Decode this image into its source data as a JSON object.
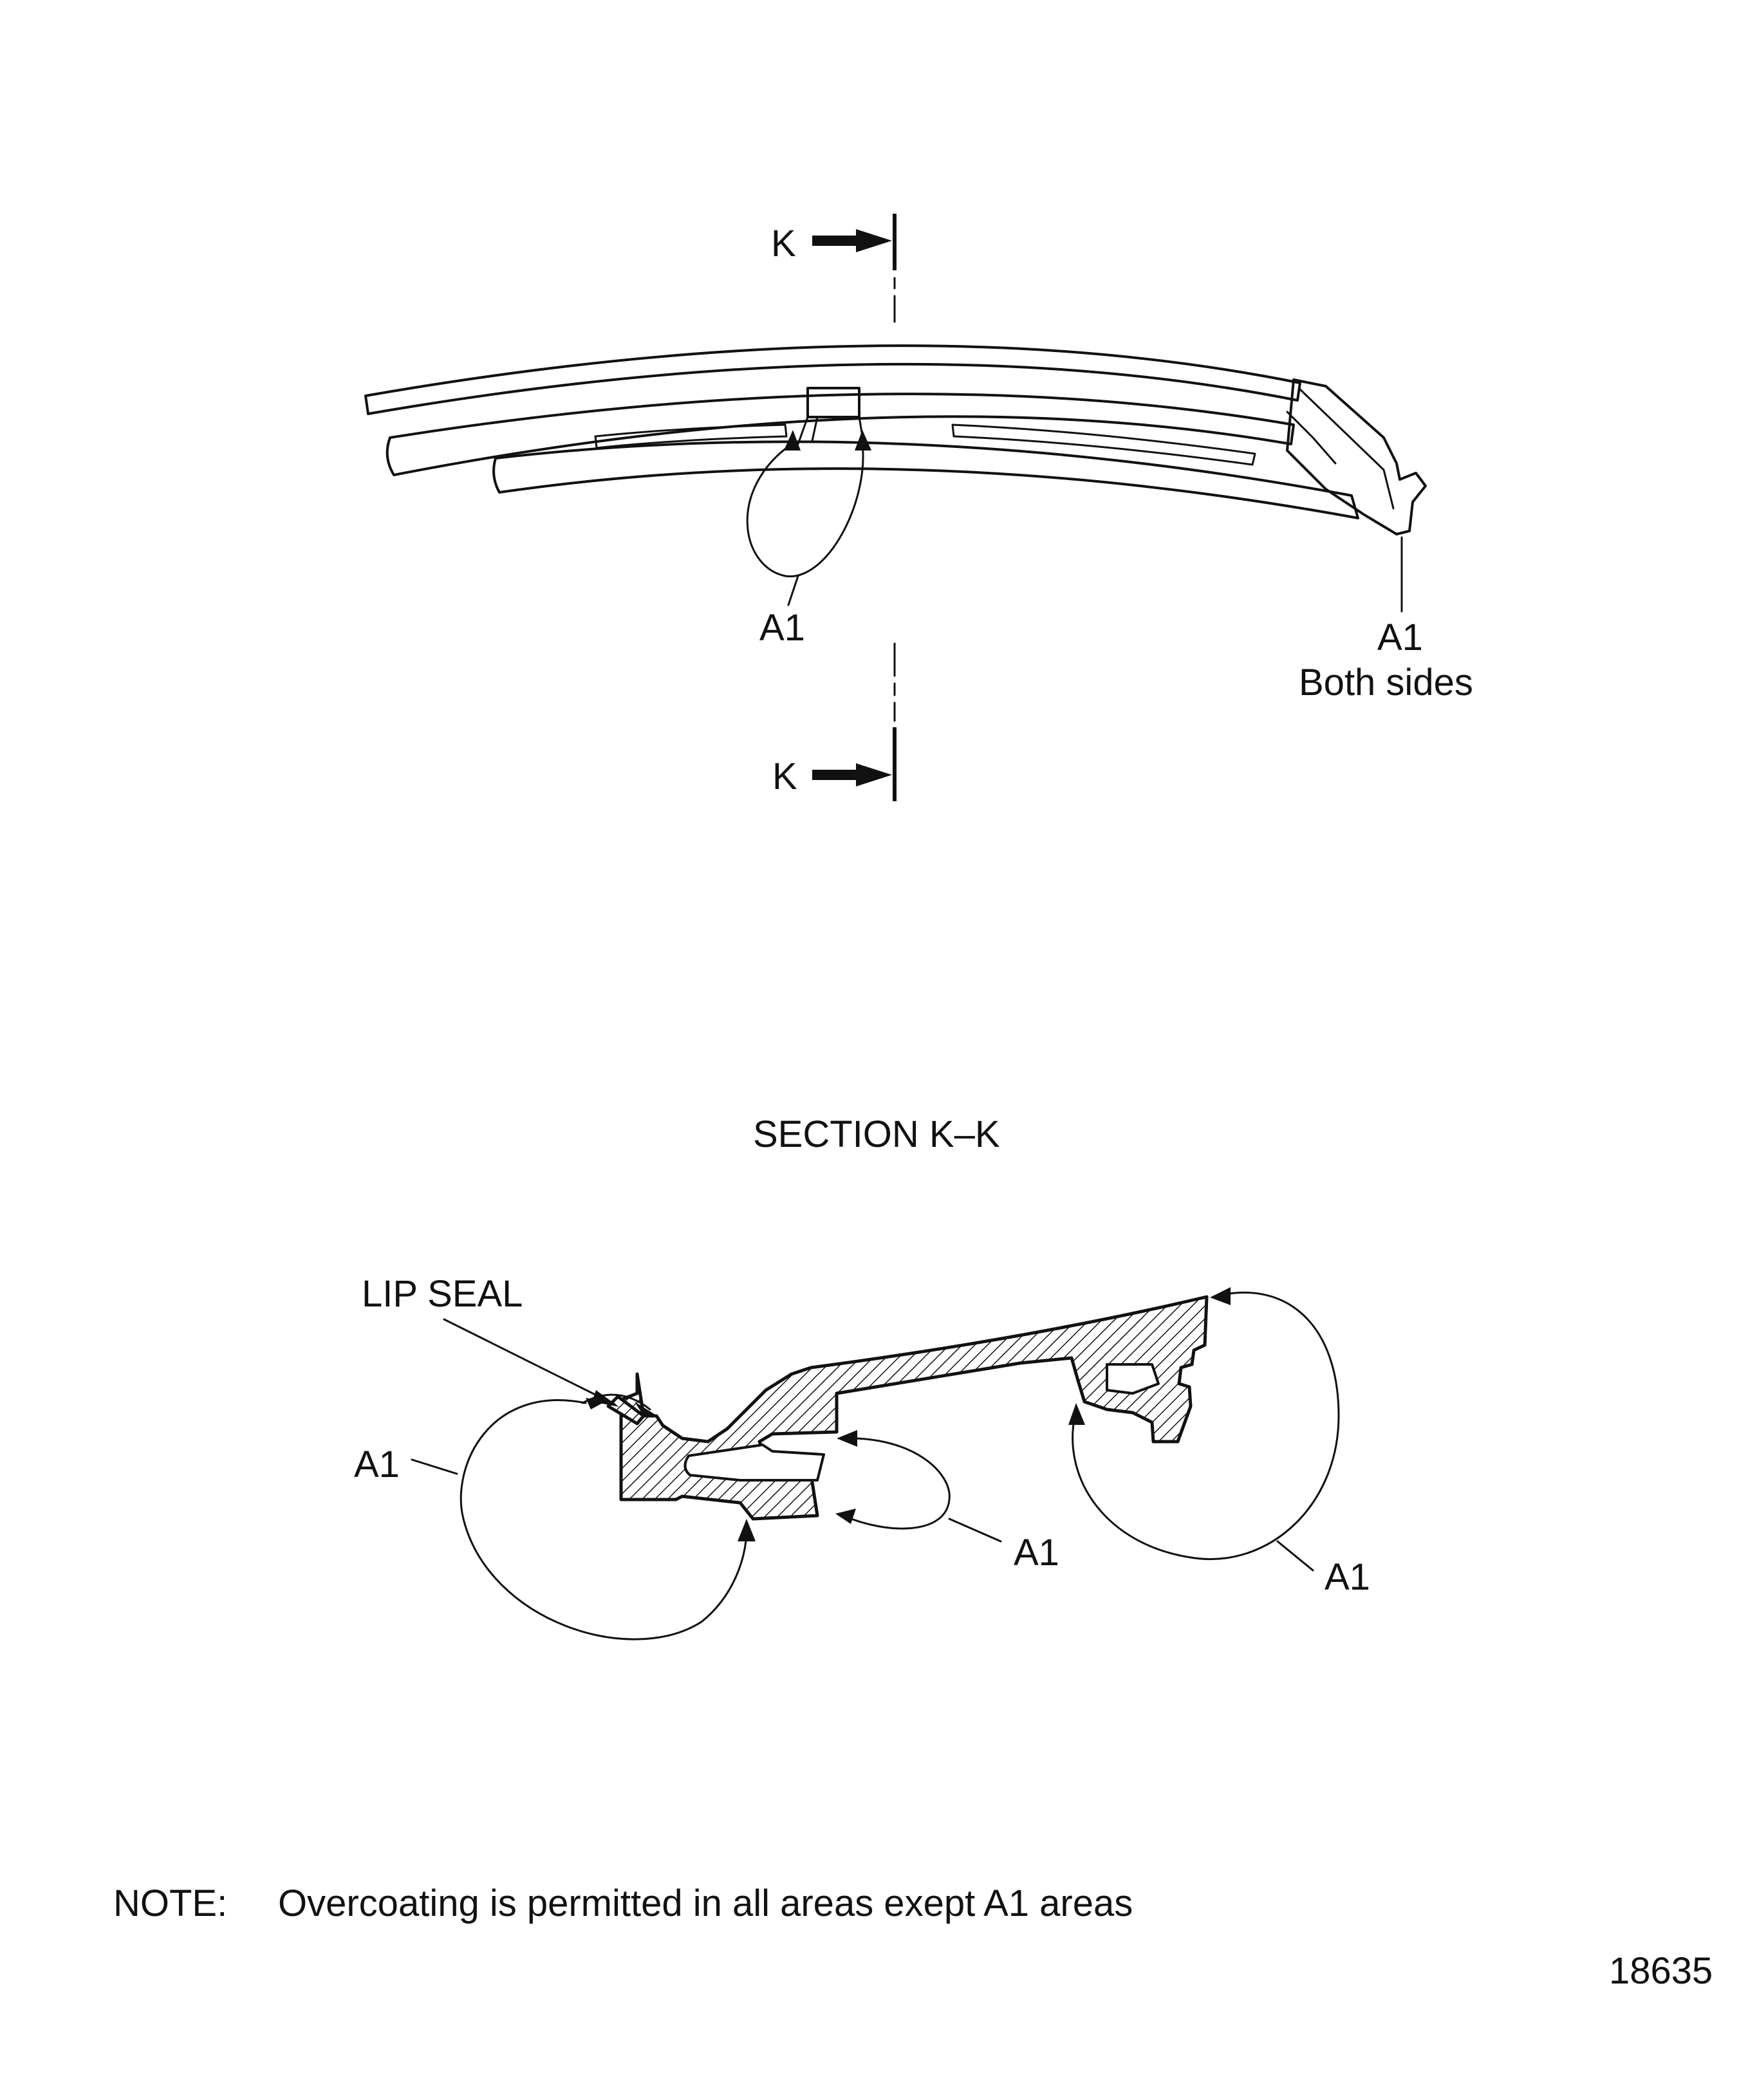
{
  "colors": {
    "ink": "#111111",
    "paper": "#ffffff"
  },
  "view": {
    "cut_label_top": "K",
    "cut_label_bottom": "K",
    "callout_center": "A1",
    "callout_right": "A1",
    "callout_right_note": "Both sides"
  },
  "section": {
    "title": "SECTION  K–K",
    "lip_seal_label": "LIP SEAL",
    "callout_left": "A1",
    "callout_middle": "A1",
    "callout_right": "A1"
  },
  "note": {
    "prefix": "NOTE:",
    "text": "Overcoating is permitted in all areas exept A1 areas"
  },
  "figure_number": "18635"
}
